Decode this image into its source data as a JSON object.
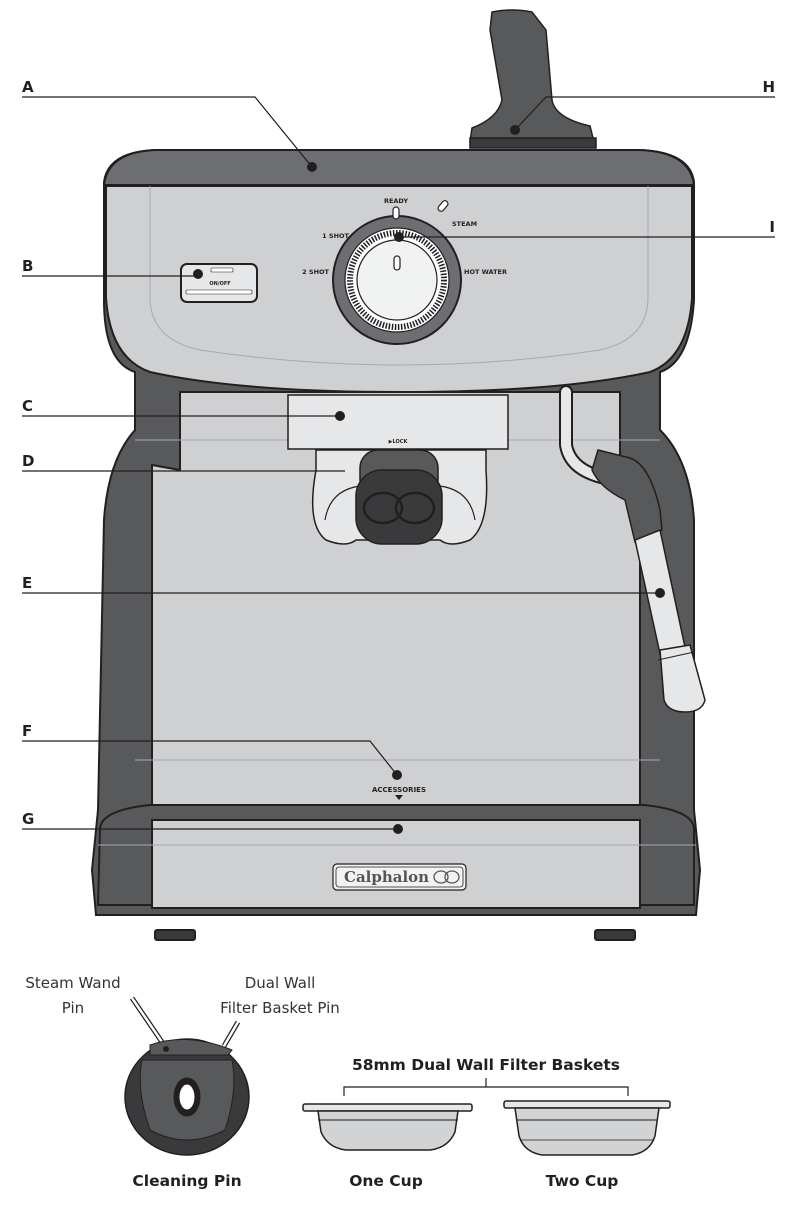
{
  "callouts": {
    "a": "A",
    "b": "B",
    "c": "C",
    "d": "D",
    "e": "E",
    "f": "F",
    "g": "G",
    "h": "H",
    "i": "I"
  },
  "dial": {
    "ready": "READY",
    "steam": "STEAM",
    "one_shot": "1 SHOT",
    "two_shot": "2 SHOT",
    "hot_water": "HOT WATER"
  },
  "machine": {
    "power_label": "ON/OFF",
    "lock_label": "▶LOCK",
    "accessories_label": "ACCESSORIES",
    "brand": "Calphalon"
  },
  "accessories": {
    "steam_wand_pin_line1": "Steam Wand",
    "steam_wand_pin_line2": "Pin",
    "dual_wall_pin_line1": "Dual Wall",
    "dual_wall_pin_line2": "Filter Basket Pin",
    "cleaning_pin": "Cleaning Pin",
    "baskets_title": "58mm Dual Wall Filter Baskets",
    "one_cup": "One Cup",
    "two_cup": "Two Cup"
  },
  "colors": {
    "body": "#cfd0d2",
    "dark": "#58595b",
    "darker": "#3a3a3c",
    "outline": "#231f20"
  }
}
